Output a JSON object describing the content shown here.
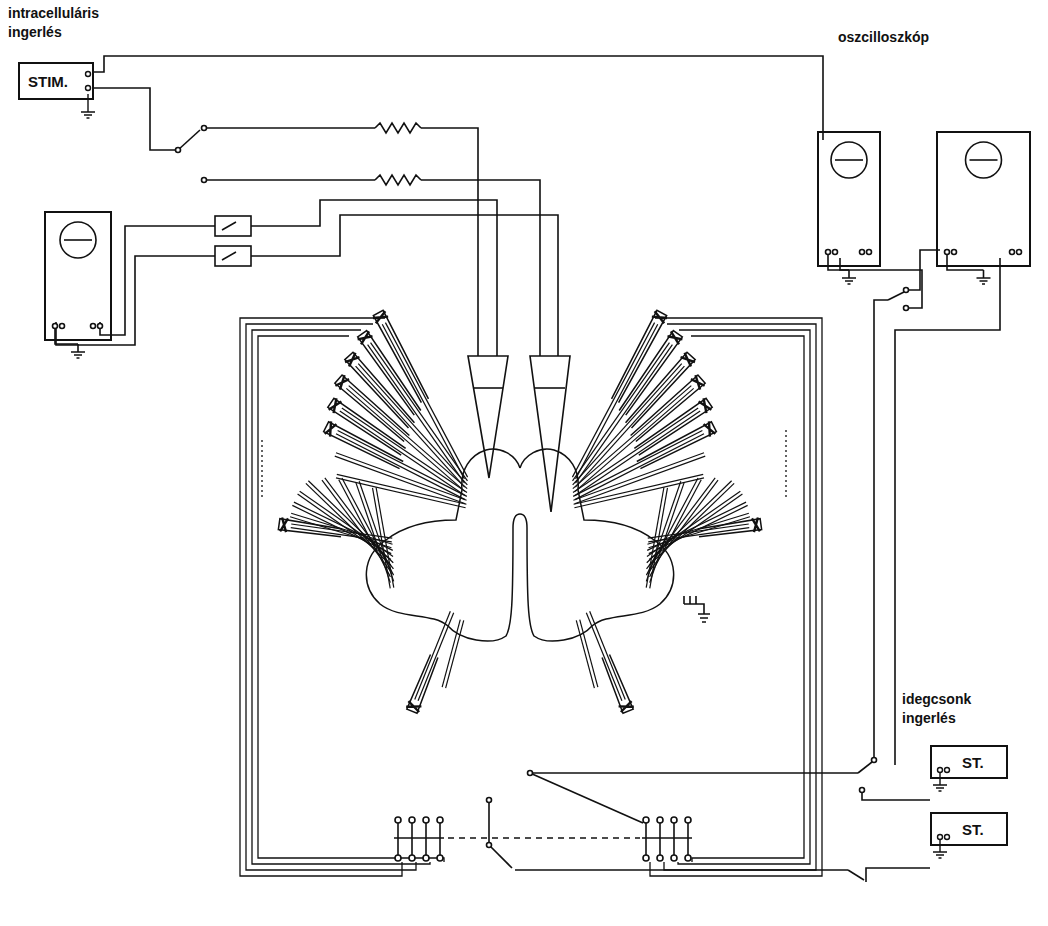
{
  "diagram": {
    "nodes": [
      {
        "text": [
          "STIM."
        ]
      },
      {
        "text": [
          "ST."
        ]
      },
      {
        "text": [
          "ST."
        ]
      }
    ],
    "labels": [
      "intracelluláris ingerlés",
      "oszcilloszkóp",
      "idegcsonk ingerlés"
    ]
  }
}
